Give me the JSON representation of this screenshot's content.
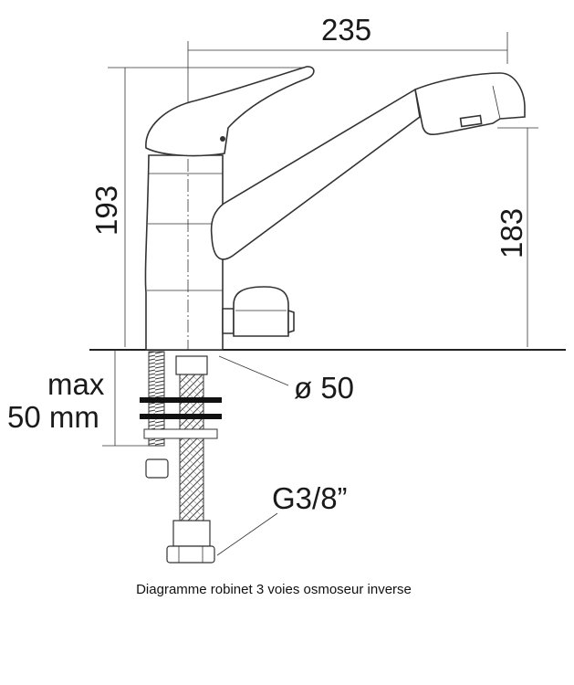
{
  "dimensions": {
    "width_total": "235",
    "height_total": "193",
    "spout_height": "183",
    "max_thickness_line1": "max",
    "max_thickness_line2": "50 mm",
    "hole_diameter": "ø 50",
    "thread": "G3/8”"
  },
  "caption": "Diagramme robinet 3 voies osmoseur inverse"
}
